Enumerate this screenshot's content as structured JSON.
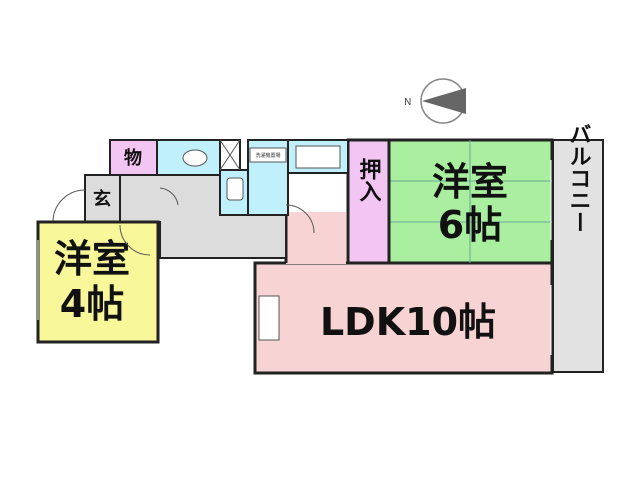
{
  "compass": {
    "north_label": "N"
  },
  "rooms": {
    "western_4": {
      "label_line1": "洋室",
      "label_line2": "4帖",
      "color": "#f8f79a"
    },
    "western_6": {
      "label_line1": "洋室",
      "label_line2": "6帖",
      "color": "#a9ef9f"
    },
    "ldk": {
      "label": "LDK10帖",
      "color": "#f7d3d3"
    },
    "closet": {
      "label": "押入",
      "color": "#f3c5f3"
    },
    "storage": {
      "label": "物",
      "color": "#f3c5f3"
    },
    "entrance": {
      "label": "玄",
      "color": "#dcdcdc"
    },
    "balcony": {
      "label": "バルコニー",
      "color": "#e2e2e2"
    },
    "water_area_color": "#bff0fb",
    "hall_color": "#dcdcdc",
    "washer_label": "洗濯機置場"
  }
}
